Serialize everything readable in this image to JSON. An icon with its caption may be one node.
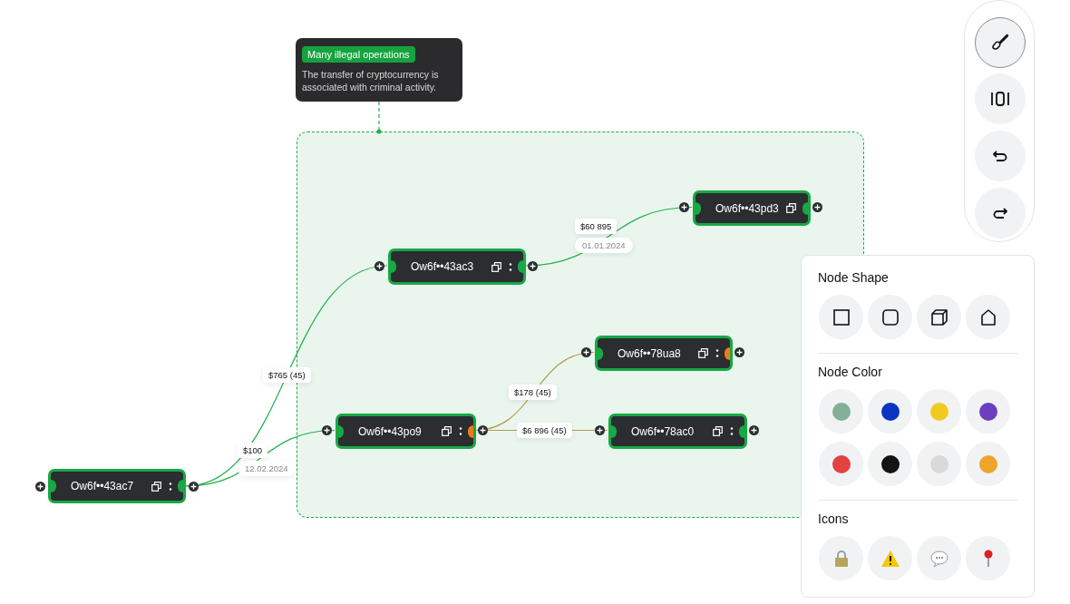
{
  "diagram": {
    "nodes": [
      {
        "text": [
          "Many illegal operations",
          "The transfer of cryptocurrency is associated with criminal activity."
        ]
      },
      {
        "text": [],
        "shape": "box"
      },
      {
        "text": [
          "Ow6f••43ac7"
        ]
      },
      {
        "text": [
          "Ow6f••43ac3"
        ],
        "in": 1
      },
      {
        "text": [
          "Ow6f••43pd3"
        ],
        "in": 1
      },
      {
        "text": [
          "Ow6f••43po9"
        ],
        "in": 1
      },
      {
        "text": [
          "Ow6f••78ua8"
        ],
        "in": 1
      },
      {
        "text": [
          "Ow6f••78ac0"
        ],
        "in": 1
      }
    ],
    "edges": [
      {
        "from": 0,
        "to": 1,
        "arrow": "other",
        "style": "dashed"
      },
      {
        "from": 2,
        "to": 3,
        "arrow": "none",
        "label": "$765 (45)"
      },
      {
        "from": 2,
        "to": 5,
        "arrow": "none",
        "label": "$100"
      },
      {
        "from": 3,
        "to": 4,
        "arrow": "none",
        "label": "$60 895"
      },
      {
        "from": 5,
        "to": 6,
        "arrow": "none",
        "label": "$178 (45)",
        "color": "#b39b52"
      },
      {
        "from": 5,
        "to": 7,
        "arrow": "none",
        "label": "$6 896 (45)",
        "color": "#b39b52"
      }
    ],
    "labels": [
      "12.02.2024",
      "01.01.2024",
      "Node Shape",
      "Node Color",
      "Icons"
    ]
  }
}
